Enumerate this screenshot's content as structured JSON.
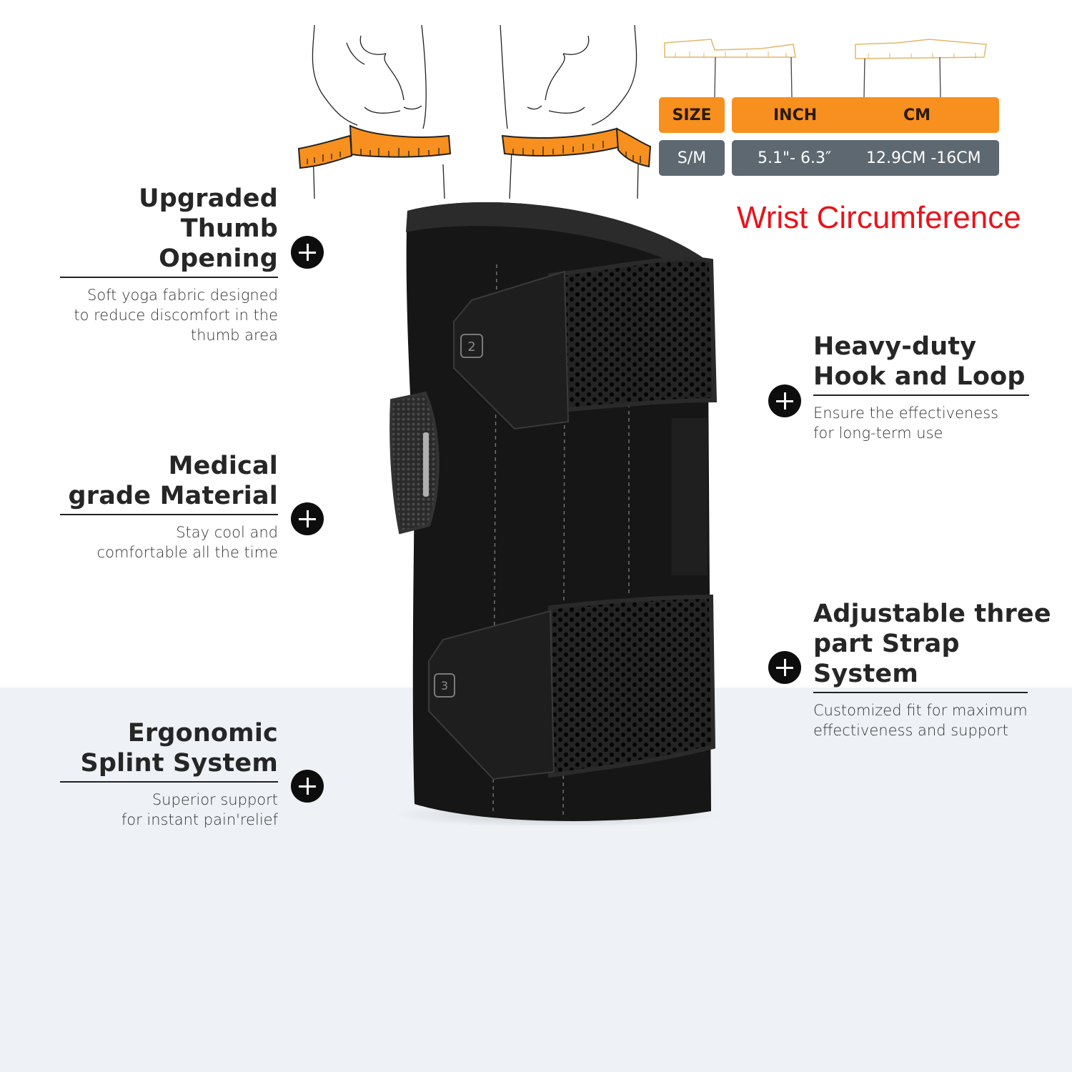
{
  "size_chart": {
    "headers": {
      "size": "SIZE",
      "inch": "INCH",
      "cm": "CM"
    },
    "rows": [
      {
        "size": "S/M",
        "inch": "5.1\"- 6.3″",
        "cm": "12.9CM -16CM"
      }
    ],
    "caption": "Wrist Circumference",
    "colors": {
      "header": "#f7901e",
      "row": "#5d6870",
      "caption": "#e8141c"
    }
  },
  "features": [
    {
      "title_line1": "Upgraded",
      "title_line2": "Thumb Opening",
      "desc_line1": "Soft yoga fabric designed",
      "desc_line2": "to reduce discomfort in the",
      "desc_line3": "thumb area",
      "icon": "plus-circle-icon"
    },
    {
      "title_line1": "Medical",
      "title_line2": "grade Material",
      "desc_line1": "Stay cool and",
      "desc_line2": "comfortable all the time",
      "icon": "plus-circle-icon"
    },
    {
      "title_line1": "Ergonomic",
      "title_line2": "Splint System",
      "desc_line1": "Superior support",
      "desc_line2": "for instant pain'relief",
      "icon": "plus-circle-icon"
    },
    {
      "title_line1": "Heavy-duty",
      "title_line2": "Hook and Loop",
      "desc_line1": "Ensure the effectiveness",
      "desc_line2": "for long-term use",
      "icon": "plus-circle-icon"
    },
    {
      "title_line1": "Adjustable three",
      "title_line2": "part Strap System",
      "desc_line1": "Customized fit for maximum",
      "desc_line2": "effectiveness and support",
      "icon": "plus-circle-icon"
    }
  ],
  "product": {
    "strap_labels": [
      "2",
      "3"
    ],
    "color": "#1b1b1b"
  },
  "background": {
    "top": "#ffffff",
    "bottom": "#eef2f6"
  }
}
